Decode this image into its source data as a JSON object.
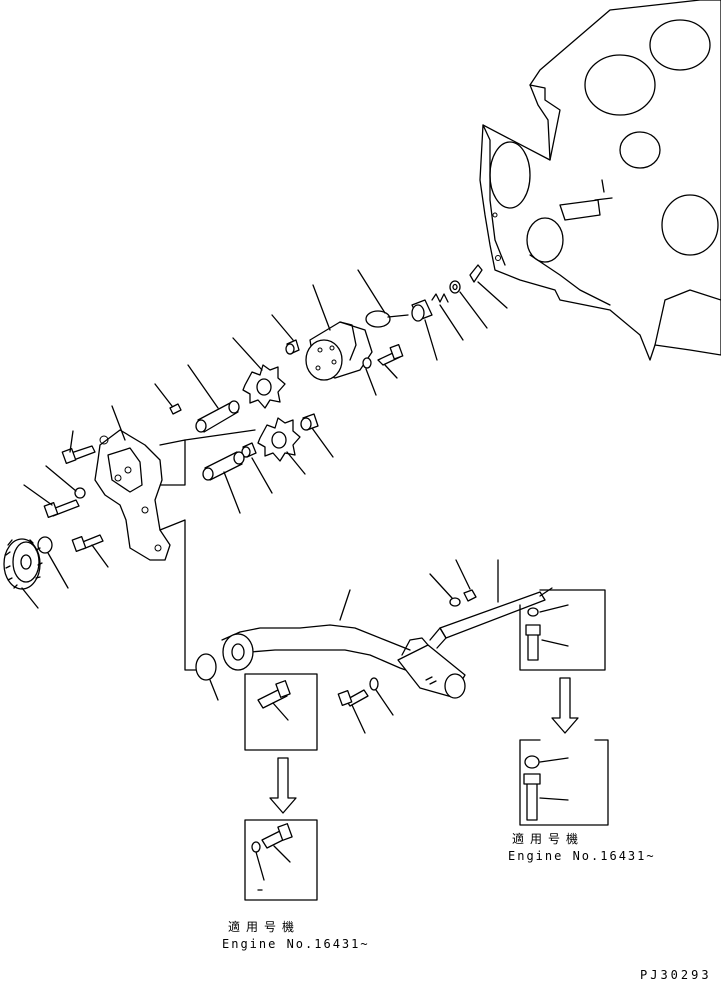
{
  "inset_right": {
    "jp_label": "適用号機",
    "engine_label": "Engine No.16431~"
  },
  "inset_bottom": {
    "jp_label": "適用号機",
    "engine_label": "Engine No.16431~"
  },
  "drawing_code": "PJ30293"
}
